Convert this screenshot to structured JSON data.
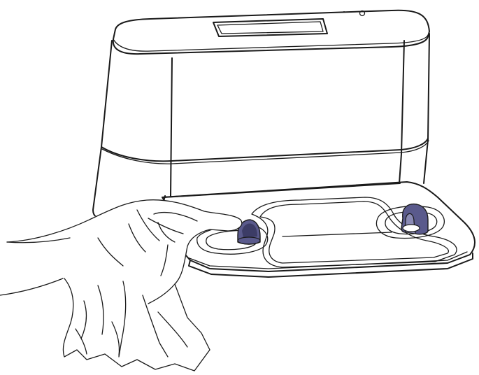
{
  "illustration": {
    "subject": "",
    "elements": [
      "charging-dock",
      "dock-base-plate",
      "charging-contact-left",
      "charging-contact-right",
      "hand",
      "cloth"
    ]
  },
  "colors": {
    "ink": "#1a1a1a",
    "background": "#ffffff",
    "dock_body": "#ffffff",
    "contact": "#5a5a8c",
    "contact_dark": "#3c3c66",
    "contact_light": "#8a8ab4"
  }
}
